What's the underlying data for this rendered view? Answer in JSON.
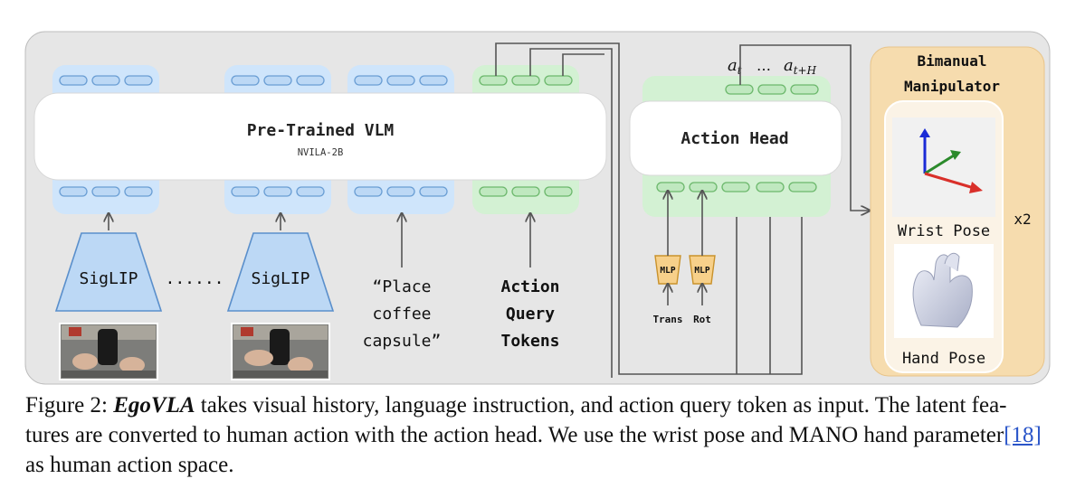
{
  "diagram": {
    "vlm_title": "Pre-Trained VLM",
    "vlm_subtitle": "NVILA-2B",
    "encoder_label": "SigLIP",
    "ellipsis": "......",
    "instruction_lines": [
      "“Place",
      "coffee",
      "capsule”"
    ],
    "action_query_lines": [
      "Action",
      "Query",
      "Tokens"
    ],
    "action_head_title": "Action Head",
    "mlp_label": "MLP",
    "trans_label": "Trans",
    "rot_label": "Rot",
    "output_first": "a",
    "output_first_sub": "t",
    "output_dots": "…",
    "output_last": "a",
    "output_last_sub": "t+H",
    "manipulator_title_lines": [
      "Bimanual",
      "Manipulator"
    ],
    "wrist_pose_label": "Wrist Pose",
    "hand_pose_label": "Hand Pose",
    "multiplier": "x2"
  },
  "colors": {
    "panel_bg": "#e6e6e6",
    "vision_token": "#cfe5fb",
    "query_token": "#d3f1d3",
    "manipulator_bg": "#f6dcae",
    "mlp_fill": "#f7d08a",
    "axis_x": "#d9302a",
    "axis_y": "#2b8a2b",
    "axis_z": "#1a2bd6"
  },
  "caption": {
    "figure_label": "Figure 2:",
    "model_name": "EgoVLA",
    "text_1": " takes visual history, language instruction, and action query token as input. The latent fea-",
    "text_2": "tures are converted to human action with the action head. We use the wrist pose and MANO hand parameter",
    "citation": "[18]",
    "text_3": "as human action space."
  }
}
